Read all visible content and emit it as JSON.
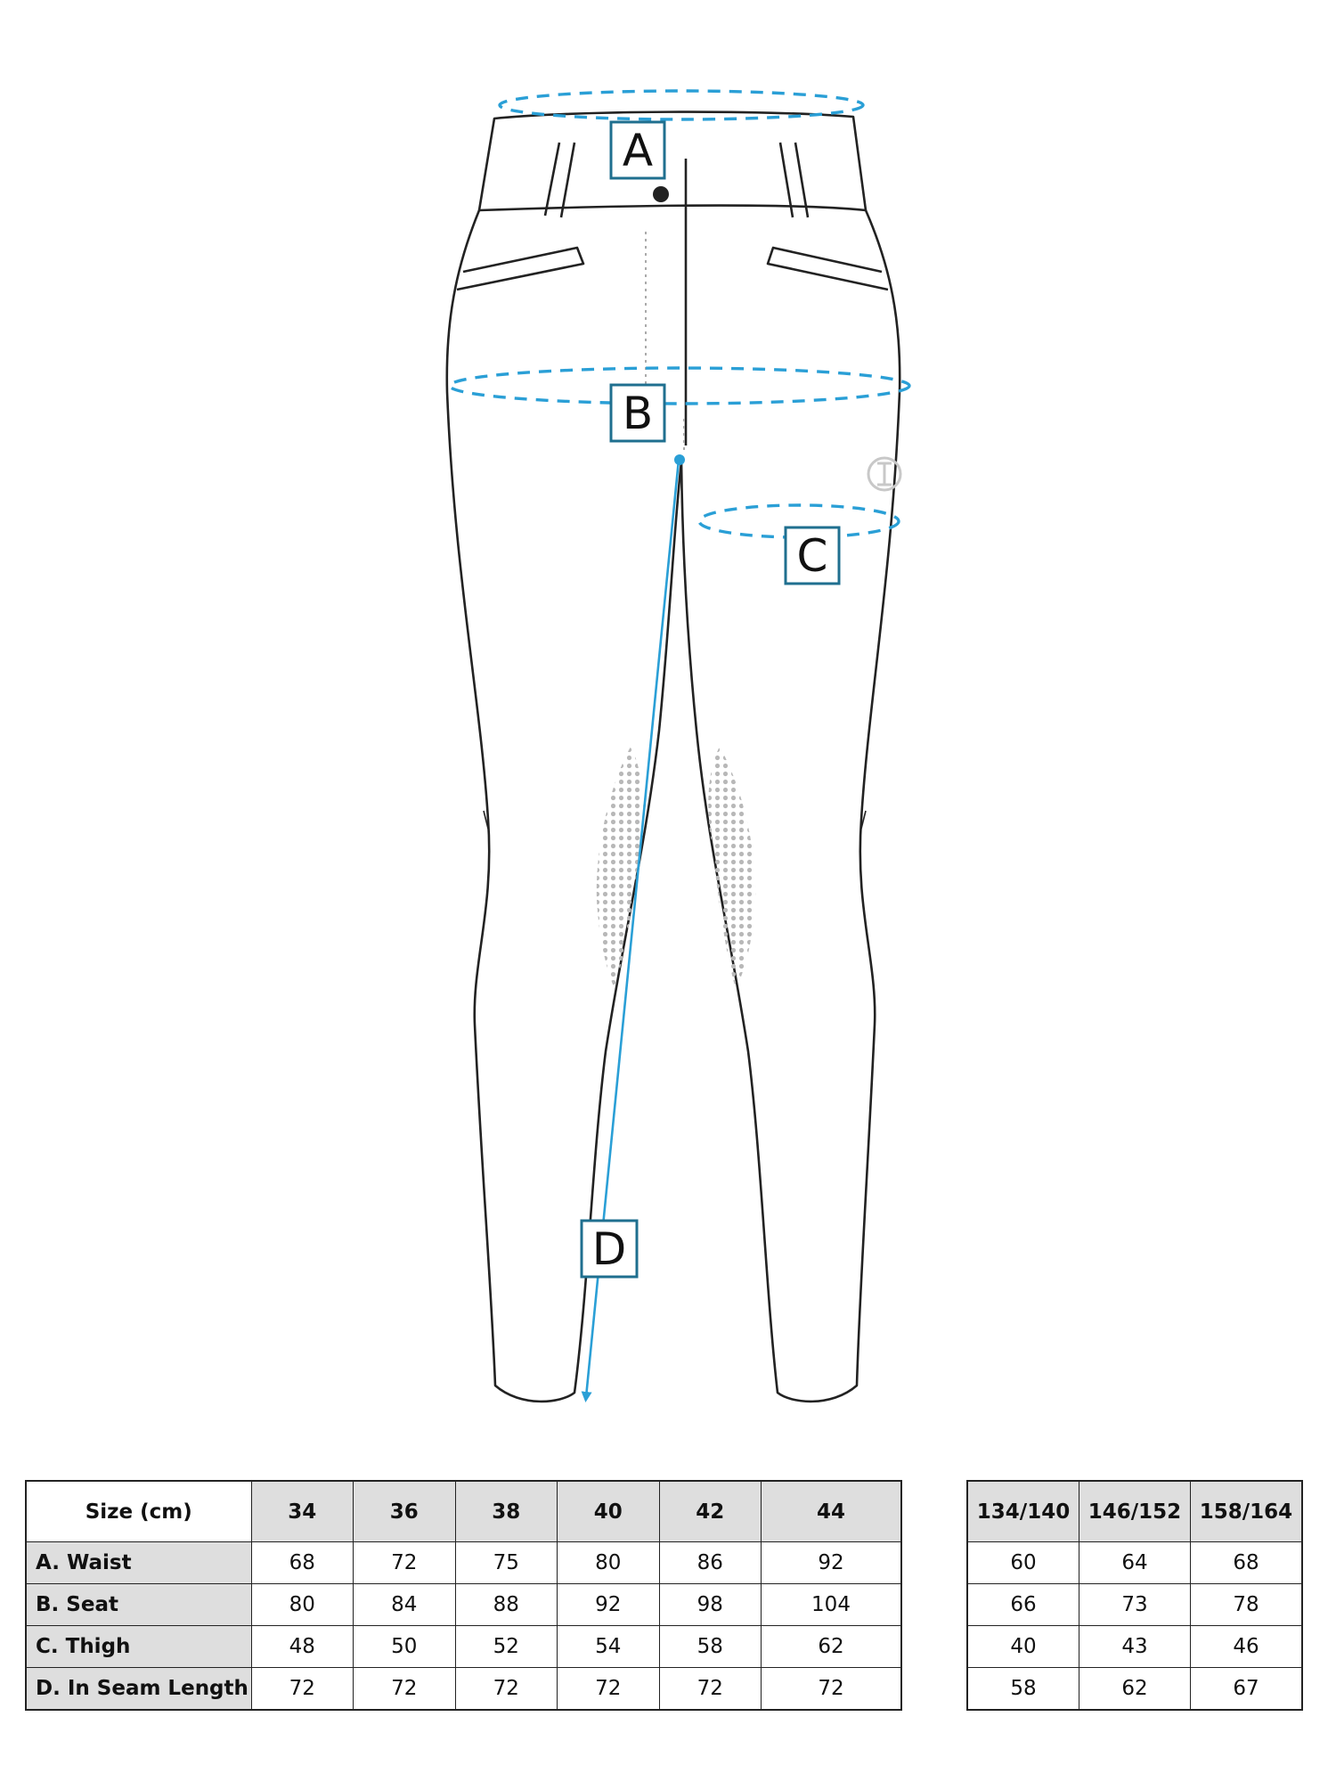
{
  "colors": {
    "accent": "#2a9fd6",
    "outline": "#222222",
    "knee_patch": "#b8b8b8"
  },
  "labels": {
    "a": "A",
    "b": "B",
    "c": "C",
    "d": "D"
  },
  "table_adult": {
    "header": [
      "Size (cm)",
      "34",
      "36",
      "38",
      "40",
      "42",
      "44"
    ],
    "rows": [
      {
        "label": "A. Waist",
        "values": [
          "68",
          "72",
          "75",
          "80",
          "86",
          "92"
        ]
      },
      {
        "label": "B. Seat",
        "values": [
          "80",
          "84",
          "88",
          "92",
          "98",
          "104"
        ]
      },
      {
        "label": "C. Thigh",
        "values": [
          "48",
          "50",
          "52",
          "54",
          "58",
          "62"
        ]
      },
      {
        "label": "D. In Seam Length",
        "values": [
          "72",
          "72",
          "72",
          "72",
          "72",
          "72"
        ]
      }
    ]
  },
  "table_kids": {
    "header": [
      "134/140",
      "146/152",
      "158/164"
    ],
    "rows": [
      {
        "values": [
          "60",
          "64",
          "68"
        ]
      },
      {
        "values": [
          "66",
          "73",
          "78"
        ]
      },
      {
        "values": [
          "40",
          "43",
          "46"
        ]
      },
      {
        "values": [
          "58",
          "62",
          "67"
        ]
      }
    ]
  }
}
